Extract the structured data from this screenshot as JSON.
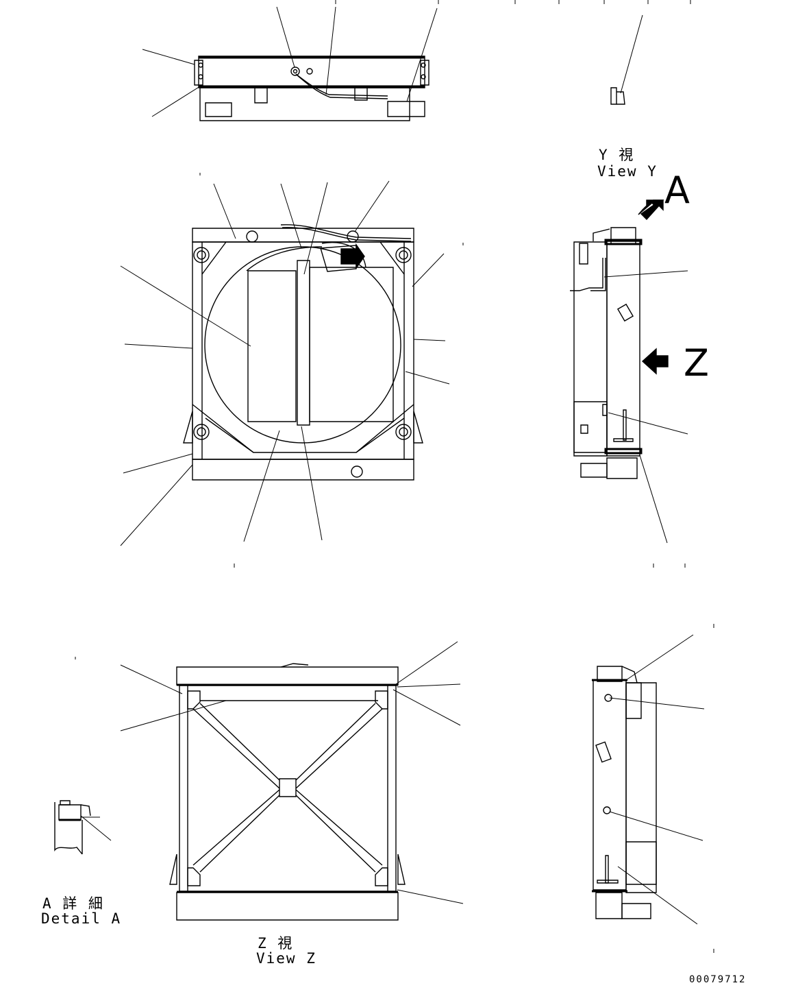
{
  "view_y": {
    "line1": "Y 視",
    "line2": "View Y"
  },
  "view_z": {
    "line1": "Z 視",
    "line2": "View Z"
  },
  "detail_a": {
    "line1": "A 詳 細",
    "line2": "Detail A"
  },
  "arrow_labels": {
    "a": "A",
    "z": "Z"
  },
  "drawing_number": "00079712",
  "colors": {
    "ink": "#000000",
    "paper": "#ffffff"
  }
}
